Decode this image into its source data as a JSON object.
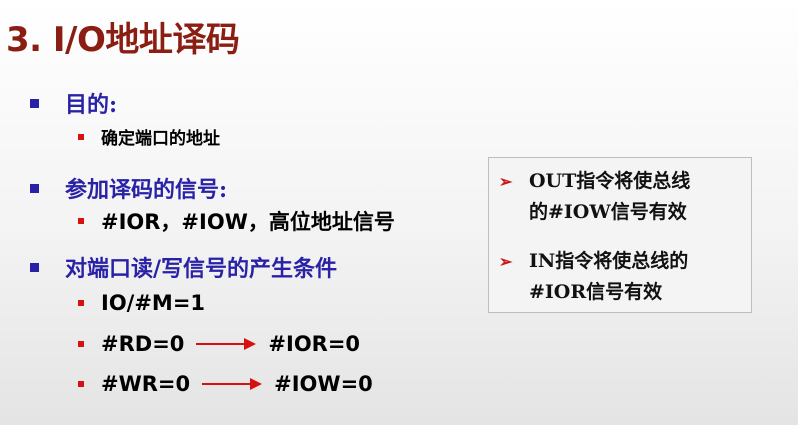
{
  "slide": {
    "title": "3. I/O地址译码",
    "items": [
      {
        "label": "目的:",
        "subitems": [
          "确定端口的地址"
        ]
      },
      {
        "label": "参加译码的信号:",
        "subitems": [
          "#IOR，#IOW，高位地址信号"
        ]
      },
      {
        "label": "对端口读/写信号的产生条件",
        "subitems": [
          "IO/#M=1"
        ]
      }
    ],
    "mappings": [
      {
        "left": "#RD=0",
        "right": "#IOR=0"
      },
      {
        "left": "#WR=0",
        "right": "#IOW=0"
      }
    ],
    "side_box": {
      "items": [
        {
          "line1": "OUT指令将使总线",
          "line2": "的#IOW信号有效"
        },
        {
          "line1": "IN指令将使总线的",
          "line2": "#IOR信号有效"
        }
      ]
    },
    "colors": {
      "title": "#8b1e12",
      "level1": "#2a22a6",
      "bullet2": "#d81010",
      "arrow": "#d81010",
      "box_mark": "#c91a1a"
    }
  }
}
